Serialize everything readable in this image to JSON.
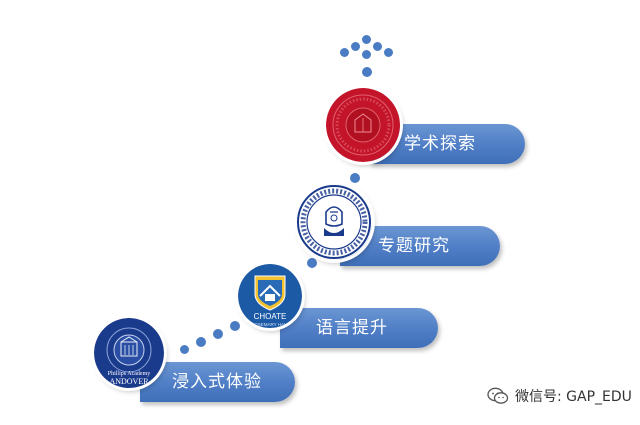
{
  "steps": [
    {
      "label": "浸入式体验",
      "badge_text": "Phillips Academy · ANDOVER",
      "badge_color": "#1a3a8c"
    },
    {
      "label": "语言提升",
      "badge_text": "CHOATE · ROSEMARY HALL",
      "badge_color": "#1d5aa6"
    },
    {
      "label": "专题研究",
      "badge_text": "THE HOTCHKISS SCHOOL",
      "badge_color": "#1a3a8c"
    },
    {
      "label": "学术探索",
      "badge_text": "",
      "badge_color": "#c4142a"
    }
  ],
  "watermark": {
    "text": "微信号: GAP_EDU",
    "icon": "wechat-icon"
  },
  "colors": {
    "pill": "#4f7ec6",
    "dot": "#4a7cc4",
    "bg": "#ffffff"
  }
}
